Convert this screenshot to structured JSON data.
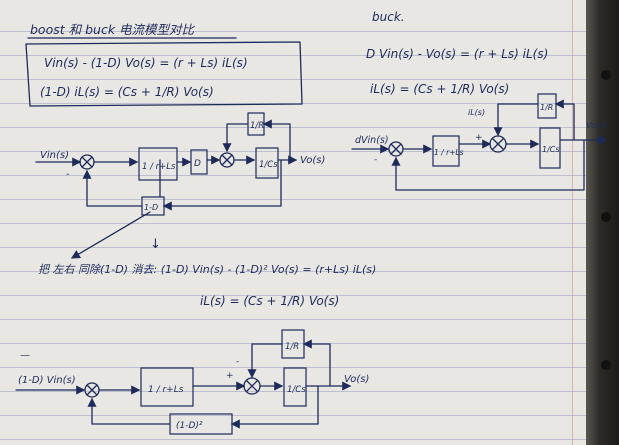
{
  "left_header": {
    "title": "boost 和 buck 电流模型对比",
    "eq1": "Vin(s) - (1-D) Vo(s) = (r + Ls) iL(s)",
    "eq2": "(1-D) iL(s) = (Cs + 1/R) Vo(s)"
  },
  "right_header": {
    "title": "buck.",
    "eq1": "D Vin(s) - Vo(s) = (r + Ls) iL(s)",
    "eq2": "iL(s) = (Cs + 1/R) Vo(s)"
  },
  "diagram_boost": {
    "input": "Vin(s)",
    "plus": "+",
    "minus": "-",
    "block_plant": "1 / r+Ls",
    "block_D": "D",
    "block_R": "1/R",
    "block_C": "1/Cs",
    "block_feedback": "1-D",
    "output": "Vo(s)"
  },
  "diagram_buck": {
    "input": "dVin(s)",
    "plus": "+",
    "minus": "-",
    "current_label": "iL(s)",
    "block_plant": "1 / r+Ls",
    "block_R": "1/R",
    "block_C": "1/Cs",
    "output": "Vo(s)"
  },
  "middle_note": {
    "arrow": "↓",
    "text": "把 左右 同除(1-D) 消去: (1-D) Vin(s) - (1-D)² Vo(s) = (r+Ls) iL(s)",
    "eq2": "iL(s) = (Cs + 1/R) Vo(s)"
  },
  "diagram_bottom": {
    "dash": "—",
    "input": "(1-D) Vin(s)",
    "block_plant": "1 / r+Ls",
    "plus": "+",
    "minus": "-",
    "block_R": "1/R",
    "block_C": "1/Cs",
    "output": "Vo(s)",
    "block_feedback": "(1-D)²"
  }
}
